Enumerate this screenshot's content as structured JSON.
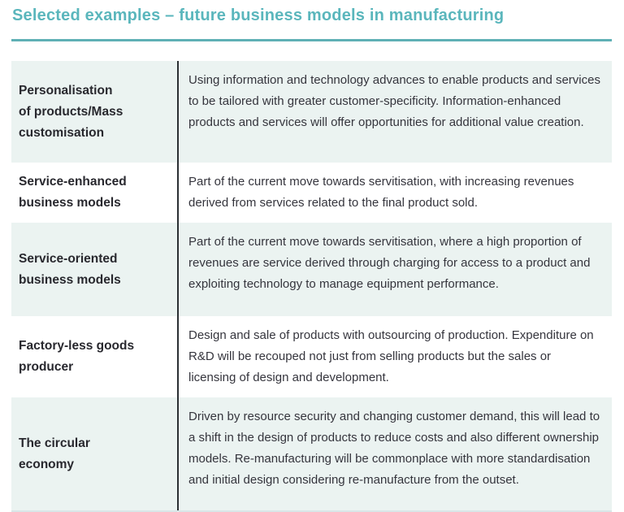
{
  "page": {
    "title": "Selected examples – future business models in manufacturing"
  },
  "colors": {
    "accent_teal": "#5ab6bc",
    "rule_teal": "#5fb0b5",
    "row_mint": "#ebf3f1",
    "text_dark": "#303038",
    "divider_dark": "#2b2f33"
  },
  "table": {
    "rows": [
      {
        "term": "Personalisation\nof products/Mass\ncustomisation",
        "description": "Using information and technology advances to enable products and services to be tailored with greater customer-specificity. Information-enhanced products and services will offer opportunities for additional value creation."
      },
      {
        "term": "Service-enhanced\nbusiness models",
        "description": "Part of the current move towards servitisation, with increasing revenues derived from services related to the final product sold."
      },
      {
        "term": "Service-oriented\nbusiness models",
        "description": "Part of the current move towards servitisation, where a high proportion of revenues are service derived through charging for access to a product and exploiting technology to manage equipment performance."
      },
      {
        "term": "Factory-less goods\nproducer",
        "description": "Design and sale of products with outsourcing of production. Expenditure on R&D will be recouped not just from selling products but the sales or licensing of design and development."
      },
      {
        "term": "The circular\neconomy",
        "description": "Driven by resource security and changing customer demand, this will lead to a shift in the design of products to reduce costs and also different ownership models. Re-manufacturing will be commonplace with more standardisation and initial design considering re-manufacture from the outset."
      }
    ]
  }
}
